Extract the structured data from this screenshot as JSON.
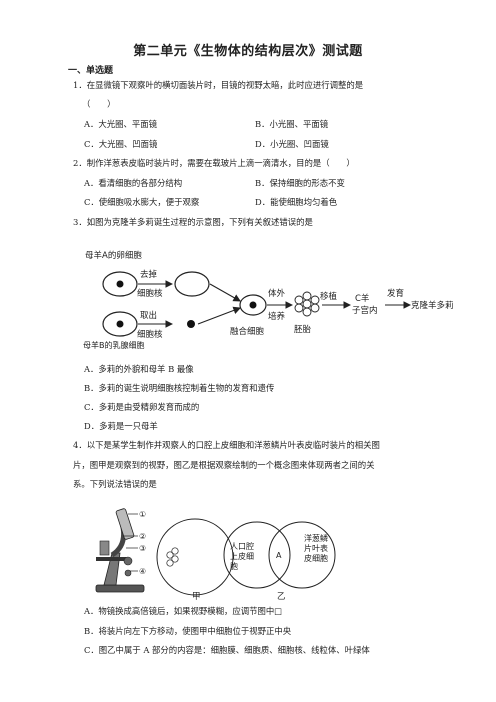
{
  "title": "第二单元《生物体的结构层次》测试题",
  "section1": "一、单选题",
  "q1": {
    "stem": "1．在显微镜下观察叶的横切面装片时，目镜的视野太暗，此时应进行调整的是",
    "paren": "（　　）",
    "A": "A．大光圈、平面镜",
    "B": "B．小光圈、平面镜",
    "C": "C．大光圈、凹面镜",
    "D": "D．小光圈、凹面镜"
  },
  "q2": {
    "stem": "2．制作洋葱表皮临时装片时，需要在载玻片上滴一滴清水，目的是（　　）",
    "A": "A．看清细胞的各部分结构",
    "B": "B．保持细胞的形态不变",
    "C": "C．使细胞吸水膨大，便于观察",
    "D": "D．能使细胞均匀着色"
  },
  "q3": {
    "stem": "3．如图为克隆羊多莉诞生过程的示意图，下列有关叙述错误的是",
    "diagram": {
      "ewe_a": "母羊A的卵细胞",
      "remove": "去掉",
      "nucleus": "细胞核",
      "take_out": "取出",
      "nucleus2": "细胞核",
      "ewe_b": "母羊B的乳腺细胞",
      "in_vitro1": "体外",
      "in_vitro2": "培养",
      "fused": "融合细胞",
      "embryo": "胚胎",
      "transplant": "移植",
      "ewe_c1": "C羊",
      "ewe_c2": "子宫内",
      "develop": "发育",
      "dolly": "克隆羊多莉"
    },
    "A": "A．多莉的外貌和母羊 B 最像",
    "B": "B．多莉的诞生说明细胞核控制着生物的发育和遗传",
    "C": "C．多莉是由受精卵发育而成的",
    "D": "D．多莉是一只母羊"
  },
  "q4": {
    "line1": "4．以下是某学生制作并观察人的口腔上皮细胞和洋葱鳞片叶表皮临时装片的相关图",
    "line2": "片，图甲是观察到的视野，图乙是根据观察绘制的一个概念图来体现两者之间的关",
    "line3": "系。下列说法错误的是",
    "figure": {
      "m1": "①",
      "m2": "②",
      "m3": "③",
      "m4": "④",
      "left_label": "人口腔上皮细胞",
      "center_label": "A",
      "right_label": "洋葱鳞片叶表皮细胞",
      "caption_jia": "甲",
      "caption_yi": "乙"
    },
    "A": "A．物镜换成高倍镜后，如果视野模糊，应调节图中□",
    "B": "B．将装片向左下方移动，使图甲中细胞位于视野正中央",
    "C": "C．图乙中属于 A 部分的内容是：细胞膜、细胞质、细胞核、线粒体、叶绿体"
  }
}
